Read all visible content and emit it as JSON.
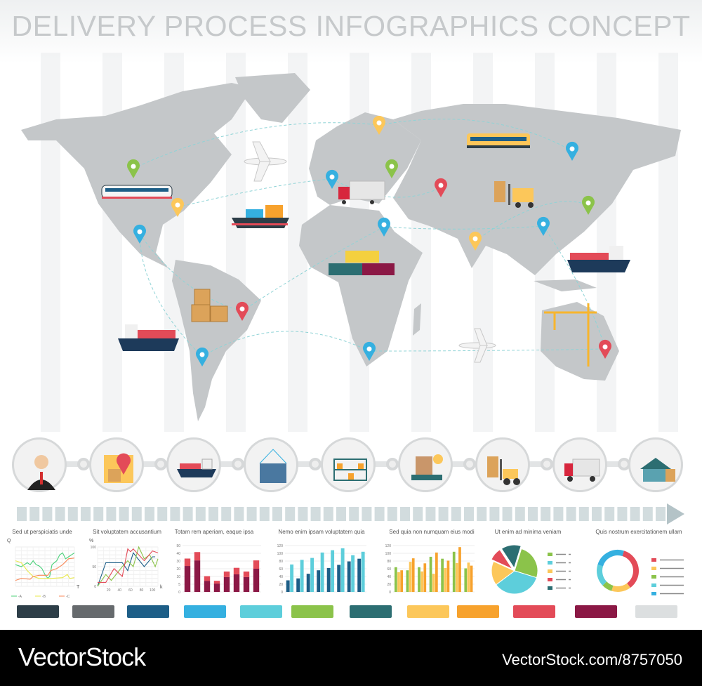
{
  "title": "DELIVERY PROCESS INFOGRAPHICS CONCEPT",
  "map": {
    "land_color": "#c4c7c9",
    "route_color": "#8fd3d6",
    "pins": [
      {
        "color": "#8bc34a"
      },
      {
        "color": "#8bc34a"
      },
      {
        "color": "#8bc34a"
      },
      {
        "color": "#fcc75a"
      },
      {
        "color": "#fcc75a"
      },
      {
        "color": "#fcc75a"
      },
      {
        "color": "#35b0e0"
      },
      {
        "color": "#35b0e0"
      },
      {
        "color": "#35b0e0"
      },
      {
        "color": "#35b0e0"
      },
      {
        "color": "#35b0e0"
      },
      {
        "color": "#35b0e0"
      },
      {
        "color": "#35b0e0"
      },
      {
        "color": "#e34b58"
      },
      {
        "color": "#e34b58"
      },
      {
        "color": "#e34b58"
      }
    ],
    "transport_icons": [
      "train-icon",
      "airplane-icon",
      "cargo-ship-icon",
      "truck-icon",
      "forklift-icon",
      "containers-icon",
      "crates-icon",
      "crane-icon"
    ]
  },
  "process_steps": [
    "operator-icon",
    "map-pin-icon",
    "cargo-ship-icon",
    "container-icon",
    "warehouse-shelves-icon",
    "scale-package-icon",
    "forklift-icon",
    "truck-icon",
    "warehouse-icon"
  ],
  "charts": [
    {
      "type": "line",
      "title": "Sed ut perspiciatis unde",
      "ylabel": "Q",
      "xlabel": "T",
      "series": [
        {
          "name": "A",
          "color": "#4cd07a",
          "points": [
            [
              0,
              55
            ],
            [
              10,
              50
            ],
            [
              20,
              60
            ],
            [
              25,
              55
            ],
            [
              30,
              65
            ],
            [
              35,
              55
            ],
            [
              40,
              52
            ],
            [
              45,
              45
            ],
            [
              50,
              30
            ],
            [
              55,
              20
            ],
            [
              58,
              25
            ],
            [
              62,
              55
            ],
            [
              70,
              65
            ],
            [
              75,
              80
            ],
            [
              80,
              85
            ],
            [
              85,
              70
            ],
            [
              90,
              75
            ],
            [
              95,
              80
            ],
            [
              100,
              85
            ]
          ]
        },
        {
          "name": "B",
          "color": "#e8e84a",
          "points": [
            [
              0,
              65
            ],
            [
              10,
              60
            ],
            [
              20,
              40
            ],
            [
              30,
              25
            ],
            [
              40,
              20
            ],
            [
              60,
              20
            ],
            [
              80,
              22
            ],
            [
              88,
              30
            ],
            [
              92,
              20
            ],
            [
              100,
              22
            ]
          ]
        },
        {
          "name": "C",
          "color": "#f98a5a",
          "points": [
            [
              0,
              15
            ],
            [
              10,
              20
            ],
            [
              25,
              18
            ],
            [
              30,
              25
            ],
            [
              40,
              28
            ],
            [
              55,
              28
            ],
            [
              60,
              40
            ],
            [
              70,
              45
            ],
            [
              80,
              55
            ],
            [
              90,
              70
            ],
            [
              100,
              72
            ]
          ]
        }
      ],
      "legend": [
        "-A",
        "-B",
        "-C"
      ]
    },
    {
      "type": "line",
      "title": "Sit voluptatem accusantium",
      "ylabel": "%",
      "xlabel": "k",
      "ylim": [
        0,
        100
      ],
      "yticks": [
        "0",
        "50",
        "100"
      ],
      "xticks": [
        "20",
        "40",
        "60",
        "80",
        "100"
      ],
      "xlim": [
        0,
        110
      ],
      "series": [
        {
          "color": "#1d5e87",
          "points": [
            [
              0,
              0
            ],
            [
              15,
              60
            ],
            [
              45,
              60
            ],
            [
              55,
              40
            ],
            [
              65,
              85
            ],
            [
              85,
              50
            ],
            [
              100,
              75
            ],
            [
              105,
              75
            ]
          ]
        },
        {
          "color": "#8bc34a",
          "points": [
            [
              0,
              0
            ],
            [
              15,
              30
            ],
            [
              25,
              15
            ],
            [
              45,
              50
            ],
            [
              55,
              65
            ],
            [
              65,
              50
            ],
            [
              75,
              100
            ],
            [
              85,
              70
            ],
            [
              95,
              80
            ],
            [
              105,
              50
            ],
            [
              110,
              70
            ]
          ]
        },
        {
          "color": "#e34b58",
          "points": [
            [
              0,
              10
            ],
            [
              15,
              10
            ],
            [
              30,
              45
            ],
            [
              45,
              25
            ],
            [
              55,
              95
            ],
            [
              60,
              88
            ],
            [
              65,
              95
            ],
            [
              85,
              65
            ],
            [
              100,
              90
            ],
            [
              110,
              85
            ]
          ]
        }
      ]
    },
    {
      "type": "bar",
      "stacked": true,
      "title": "Totam rem aperiam, eaque ipsa",
      "ylim": [
        0,
        50
      ],
      "yticks": [
        "0",
        "5",
        "10",
        "20",
        "30",
        "40",
        "50"
      ],
      "series": [
        {
          "color": "#8b1845",
          "values": [
            28,
            34,
            12,
            9,
            16,
            19,
            16,
            25
          ]
        },
        {
          "color": "#e34b58",
          "values": [
            8,
            9,
            5,
            3,
            6,
            7,
            6,
            9
          ]
        }
      ]
    },
    {
      "type": "bar",
      "title": "Nemo enim ipsam voluptatem quia",
      "ylim": [
        0,
        120
      ],
      "yticks": [
        "0",
        "20",
        "40",
        "60",
        "80",
        "100",
        "120"
      ],
      "series": [
        {
          "color": "#1d5e87",
          "values": [
            30,
            35,
            47,
            56,
            62,
            70,
            79,
            86
          ]
        },
        {
          "color": "#5dcedb",
          "values": [
            71,
            83,
            88,
            102,
            108,
            113,
            95,
            104
          ]
        }
      ]
    },
    {
      "type": "bar",
      "title": "Sed quia non numquam eius modi",
      "ylim": [
        0,
        120
      ],
      "yticks": [
        "0",
        "20",
        "40",
        "60",
        "80",
        "100",
        "120"
      ],
      "series": [
        {
          "color": "#8bc34a",
          "values": [
            64,
            56,
            64,
            91,
            86,
            104,
            61
          ]
        },
        {
          "color": "#fcc75a",
          "values": [
            51,
            78,
            53,
            47,
            62,
            75,
            76
          ]
        },
        {
          "color": "#f7a22d",
          "values": [
            56,
            87,
            74,
            102,
            81,
            116,
            68
          ]
        }
      ]
    },
    {
      "type": "pie",
      "title": "Ut enim ad minima veniam",
      "slices": [
        {
          "color": "#8bc34a",
          "value": 25
        },
        {
          "color": "#5dcedb",
          "value": 35
        },
        {
          "color": "#fcc75a",
          "value": 17
        },
        {
          "color": "#e34b58",
          "value": 9,
          "exploded": true
        },
        {
          "color": "#2c6e72",
          "value": 14,
          "exploded": true
        }
      ]
    },
    {
      "type": "donut",
      "title": "Quis nostrum exercitationem ullam",
      "slices": [
        {
          "color": "#e34b58",
          "value": 35
        },
        {
          "color": "#fcc75a",
          "value": 15
        },
        {
          "color": "#8bc34a",
          "value": 8
        },
        {
          "color": "#5dcedb",
          "value": 17
        },
        {
          "color": "#35b0e0",
          "value": 25
        }
      ]
    }
  ],
  "swatches": [
    "#2d3e48",
    "#666a6d",
    "#1d5e87",
    "#35b0e0",
    "#5dcedb",
    "#8bc34a",
    "#2c6e72",
    "#fcc75a",
    "#f7a22d",
    "#e34b58",
    "#8b1845",
    "#dcdfe0"
  ],
  "footer": {
    "logo": "VectorStock",
    "reference": "VectorStock.com/8757050"
  }
}
